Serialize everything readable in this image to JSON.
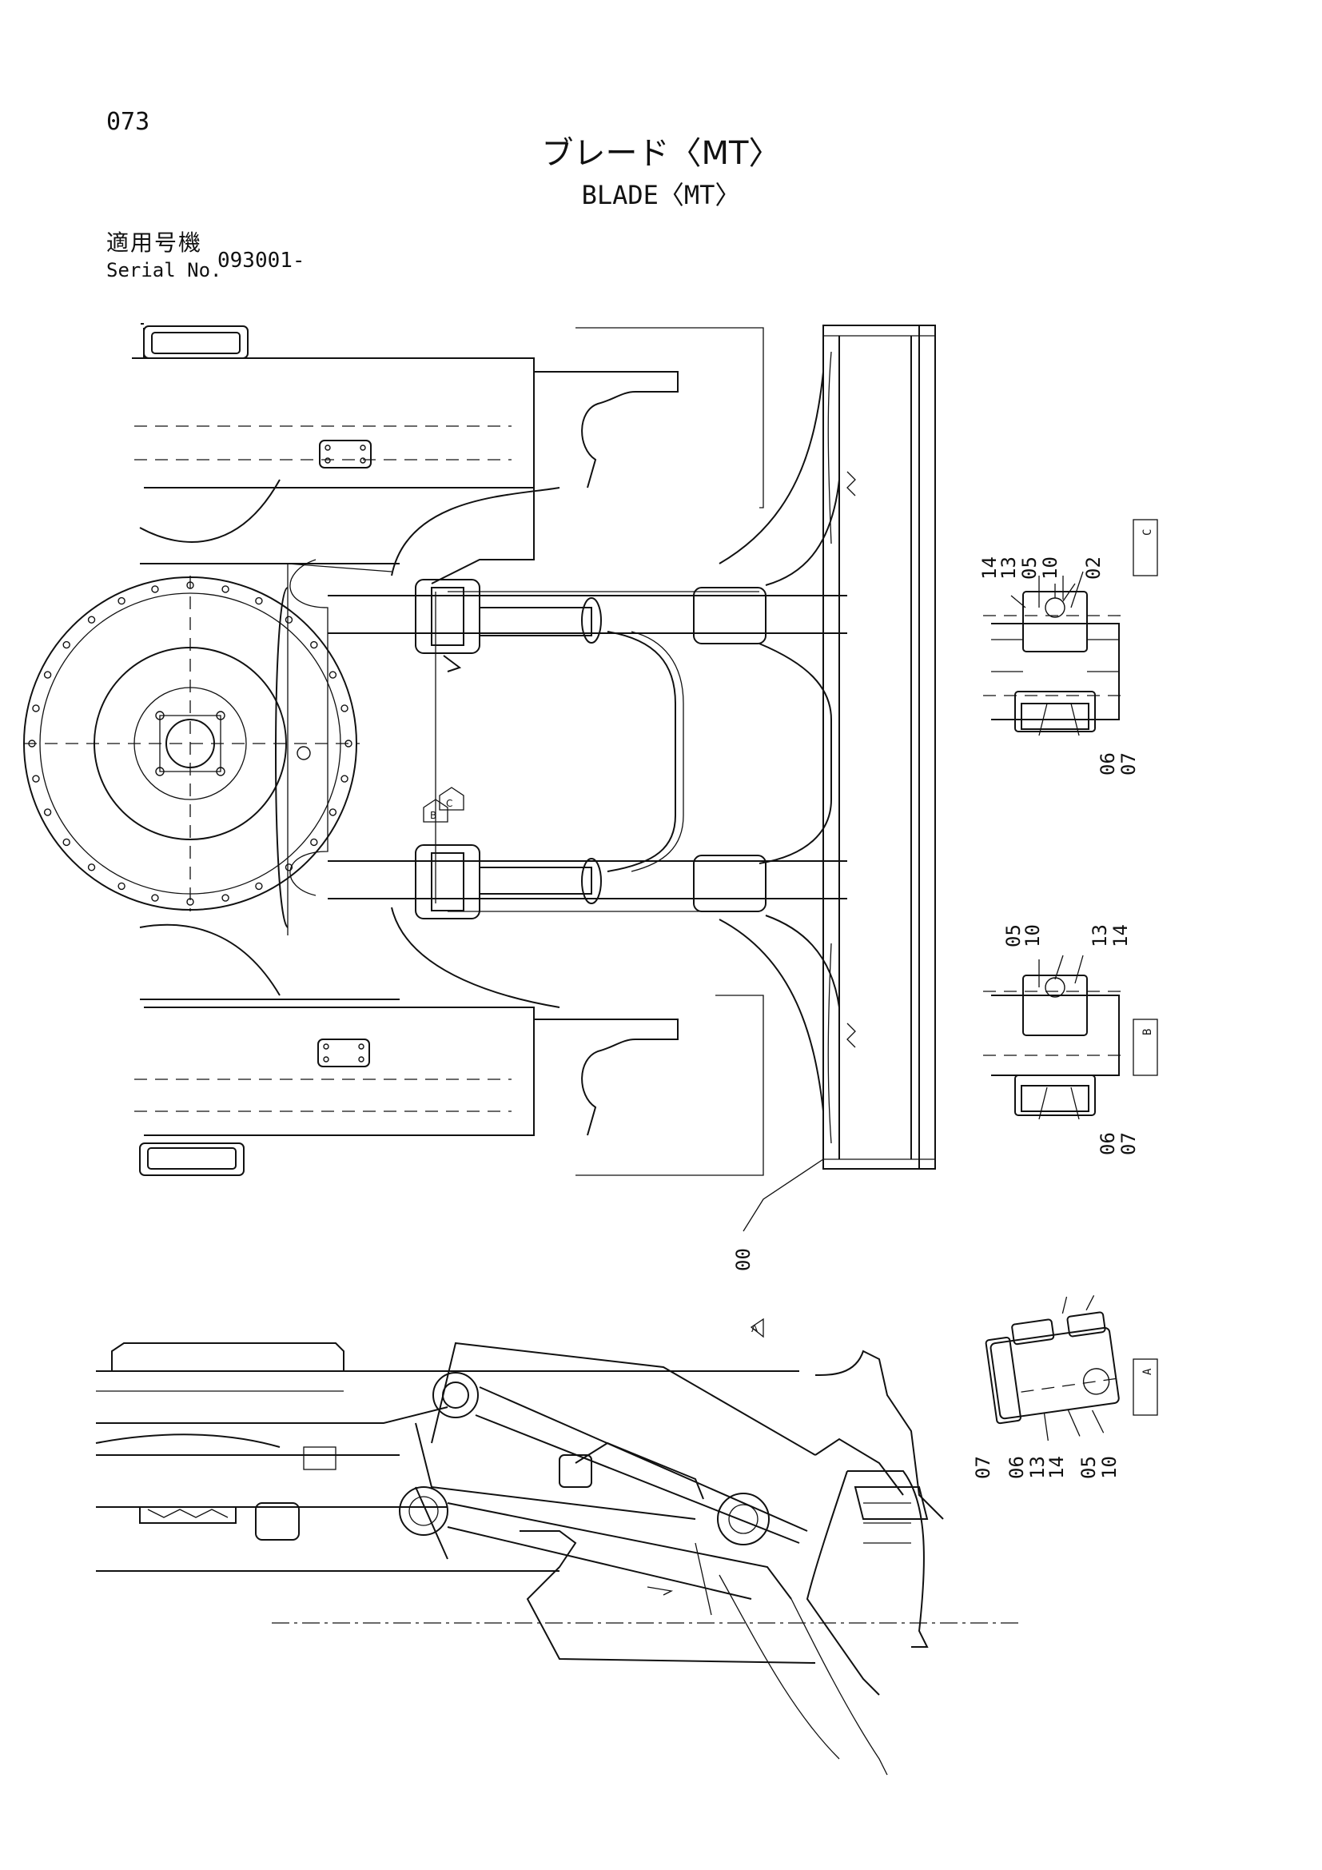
{
  "header": {
    "page_number": "073",
    "title_jp": "ブレード〈MT〉",
    "title_en": "BLADE〈MT〉",
    "serial_label_jp": "適用号機",
    "serial_label_en": "Serial No.",
    "serial_value": "093001-"
  },
  "section_c": {
    "tag": "C",
    "callouts": [
      "14",
      "13",
      "05",
      "10",
      "02",
      "06",
      "07"
    ]
  },
  "section_b": {
    "tag": "B",
    "callouts": [
      "05",
      "10",
      "13",
      "14",
      "06",
      "07"
    ]
  },
  "section_a": {
    "tag": "A",
    "callouts": [
      "07",
      "06",
      "13",
      "14",
      "05",
      "10"
    ]
  },
  "main_callout": "00",
  "view_markers": [
    "B",
    "C",
    "A"
  ]
}
